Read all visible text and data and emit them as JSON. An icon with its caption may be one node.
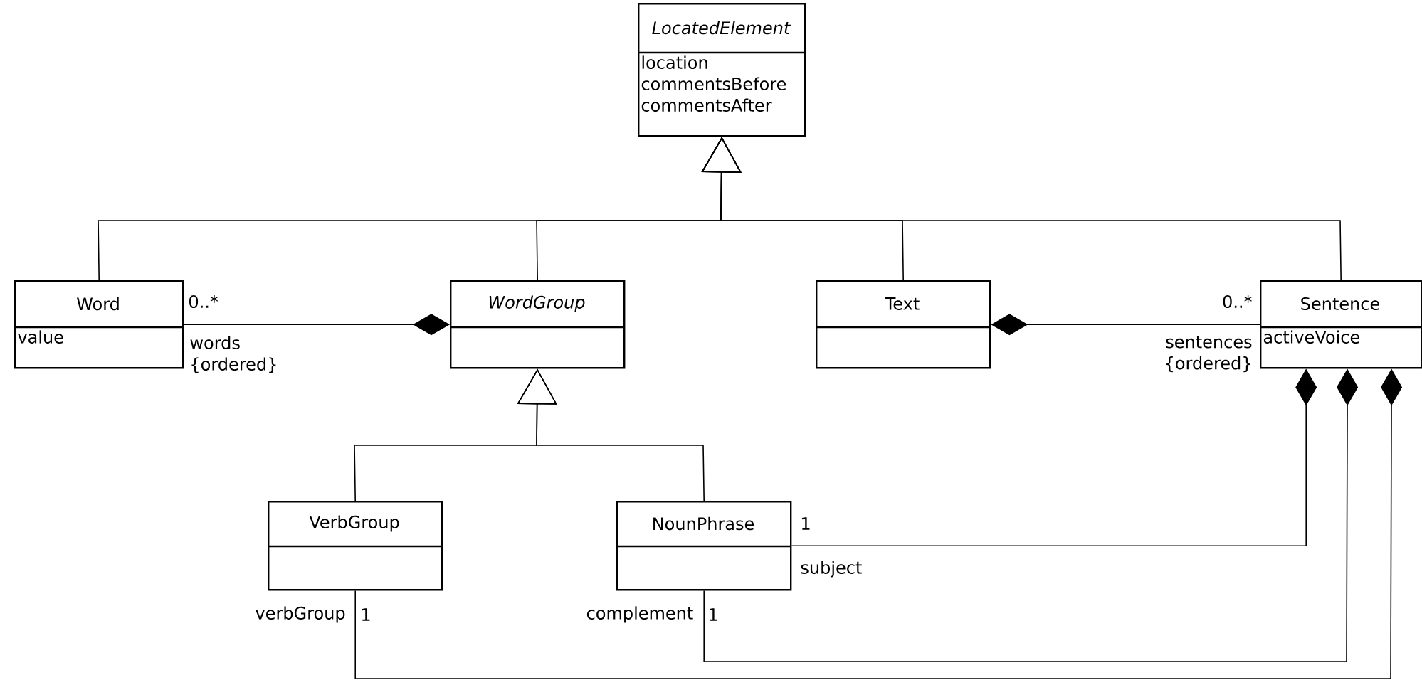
{
  "diagram": {
    "nodes": [
      {
        "text": [
          "LocatedElement",
          "location",
          "commentsBefore",
          "commentsAfter"
        ]
      },
      {
        "text": [
          "Word",
          "value"
        ]
      },
      {
        "text": [
          "WordGroup"
        ]
      },
      {
        "text": [
          "Text"
        ]
      },
      {
        "text": [
          "Sentence",
          "activeVoice"
        ]
      },
      {
        "text": [
          "VerbGroup"
        ]
      },
      {
        "text": [
          "NounPhrase"
        ]
      }
    ],
    "edges": [
      {
        "from": 1,
        "to": 0,
        "arrow": "to"
      },
      {
        "from": 2,
        "to": 0,
        "arrow": "to"
      },
      {
        "from": 3,
        "to": 0,
        "arrow": "to"
      },
      {
        "from": 4,
        "to": 0,
        "arrow": "to"
      },
      {
        "from": 5,
        "to": 2,
        "arrow": "to"
      },
      {
        "from": 6,
        "to": 2,
        "arrow": "to"
      },
      {
        "from": 2,
        "to": 1,
        "arrow": "other",
        "label": "words {ordered}"
      },
      {
        "from": 3,
        "to": 4,
        "arrow": "other",
        "label": "sentences {ordered}"
      },
      {
        "from": 4,
        "to": 6,
        "arrow": "other",
        "label": "subject"
      },
      {
        "from": 4,
        "to": 6,
        "arrow": "other",
        "label": "complement"
      },
      {
        "from": 4,
        "to": 5,
        "arrow": "other",
        "label": "verbGroup"
      }
    ],
    "labels": [
      "0..*",
      "0..*",
      "1",
      "1",
      "1"
    ]
  }
}
